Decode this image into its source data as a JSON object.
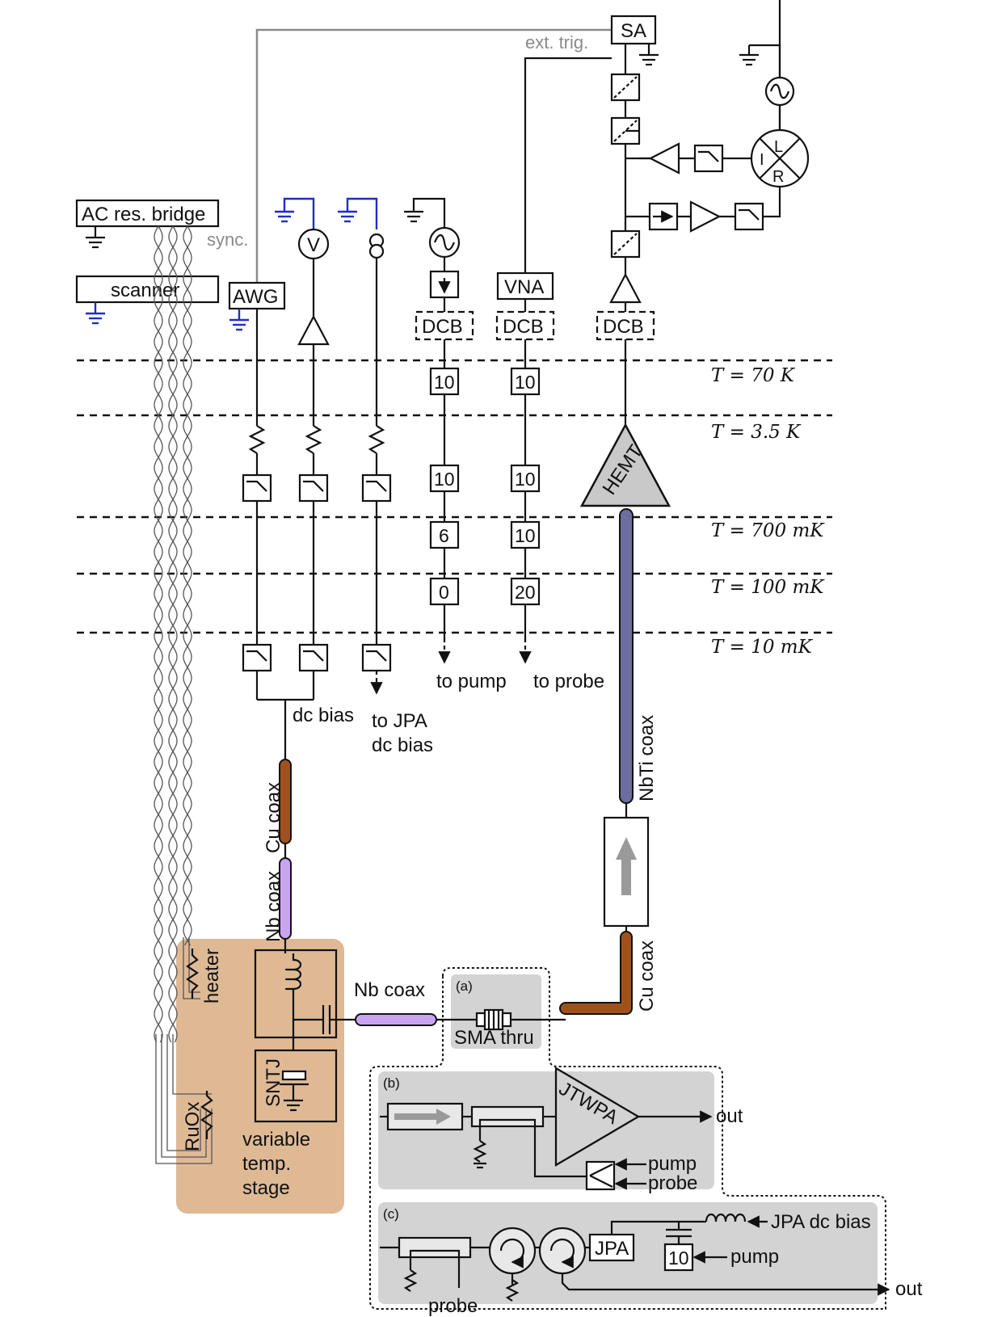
{
  "instruments": {
    "sa": "SA",
    "ext_trig": "ext. trig.",
    "ac_bridge": "AC res. bridge",
    "scanner": "scanner",
    "sync": "sync.",
    "awg": "AWG",
    "vna": "VNA",
    "dcb": "DCB",
    "voltmeter": "V",
    "mixer_l": "L",
    "mixer_i": "I",
    "mixer_r": "R"
  },
  "temperature_stages": [
    "T = 70 K",
    "T = 3.5 K",
    "T = 700 mK",
    "T = 100 mK",
    "T = 10 mK"
  ],
  "attenuators": {
    "pump_line": [
      "10",
      "10",
      "6",
      "0"
    ],
    "probe_line": [
      "10",
      "10",
      "10",
      "20"
    ]
  },
  "amplifiers": {
    "hemt": "HEMT"
  },
  "lines": {
    "to_pump": "to pump",
    "to_probe": "to probe",
    "dc_bias": "dc bias",
    "to_jpa_1": "to JPA",
    "to_jpa_2": "dc bias"
  },
  "cables": {
    "nbti_coax": "NbTi coax",
    "cu_coax_left": "Cu coax",
    "nb_coax_left": "Nb coax",
    "nb_coax_center": "Nb coax",
    "cu_coax_right": "Cu coax"
  },
  "stage": {
    "heater": "heater",
    "ruox": "RuOx",
    "sntj": "SNTJ",
    "label_1": "variable",
    "label_2": "temp.",
    "label_3": "stage"
  },
  "panels": {
    "a": {
      "tag": "(a)",
      "label": "SMA thru"
    },
    "b": {
      "tag": "(b)",
      "amp": "JTWPA",
      "out": "out",
      "pump": "pump",
      "probe": "probe"
    },
    "c": {
      "tag": "(c)",
      "amp": "JPA",
      "jpa_bias": "JPA dc bias",
      "atten": "10",
      "pump": "pump",
      "probe": "probe",
      "out": "out"
    }
  },
  "colors": {
    "stage_fill": "#deb994",
    "nbti_coax": "#6b6e9e",
    "cu_coax": "#a0521e",
    "nb_coax": "#c9a5ef",
    "ground_blue": "#1f2fbf",
    "panel_gray": "#d3d3d3"
  }
}
